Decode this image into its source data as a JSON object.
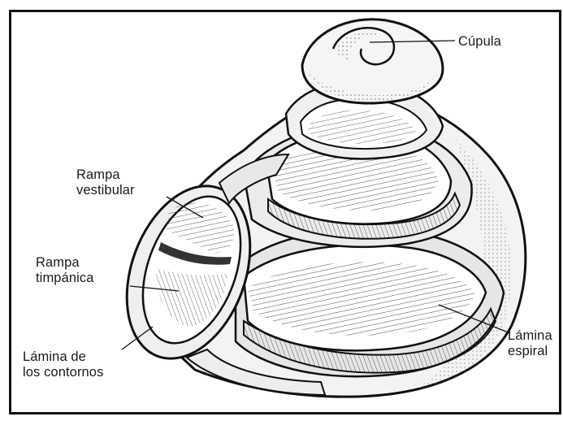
{
  "diagram": {
    "labels": {
      "cupula": "Cúpula",
      "rampa_vestibular": [
        "Rampa",
        "vestibular"
      ],
      "rampa_timpanica": [
        "Rampa",
        "timpánica"
      ],
      "lamina_contornos": [
        "Lámina de",
        "los contornos"
      ],
      "lamina_espiral": [
        "Lámina",
        "espiral"
      ]
    }
  }
}
